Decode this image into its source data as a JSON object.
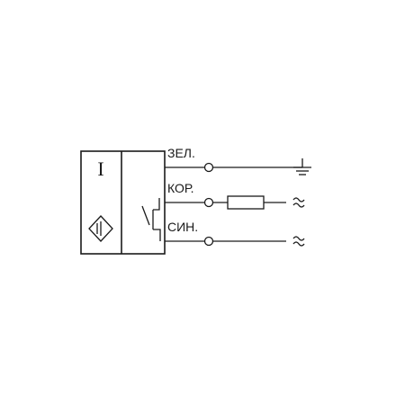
{
  "terminals": {
    "t1": {
      "label": "ЗЕЛ."
    },
    "t2": {
      "label": "КОР."
    },
    "t3": {
      "label": "СИН."
    }
  },
  "device": {
    "symbol": "I"
  },
  "connections": {
    "t1": "ground",
    "t2": "ac-supply-via-load",
    "t3": "ac-supply"
  }
}
